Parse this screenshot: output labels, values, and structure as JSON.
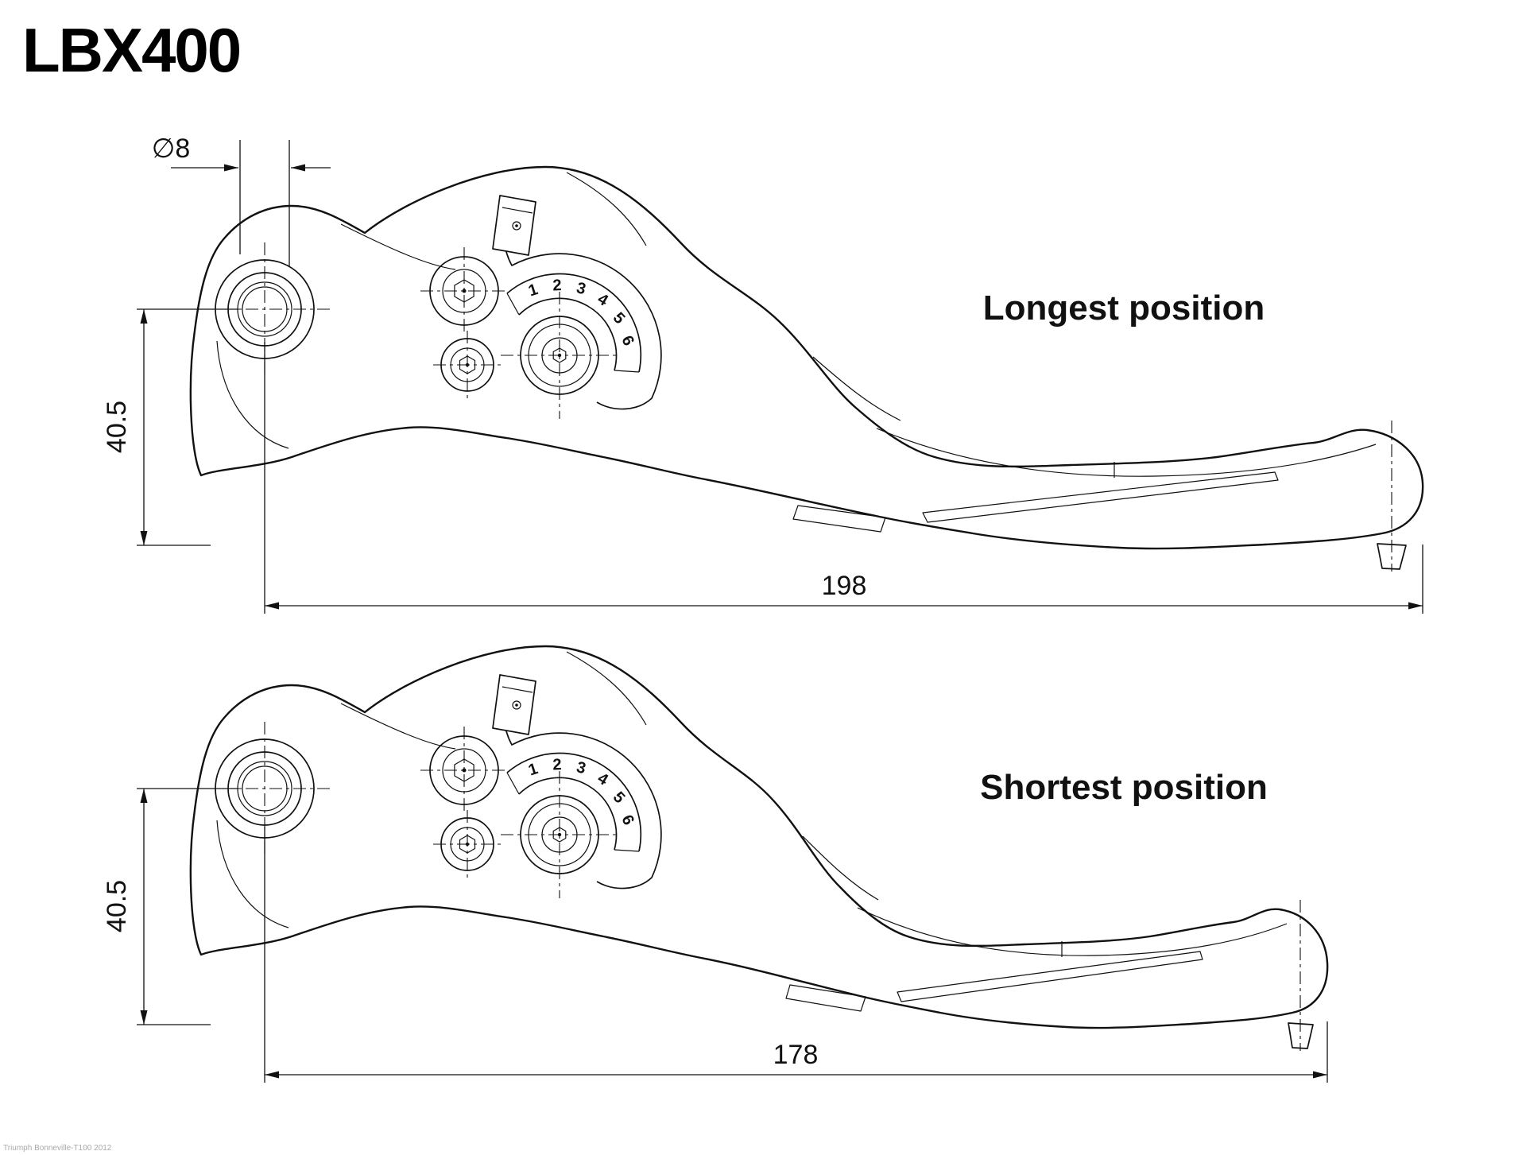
{
  "title": "LBX400",
  "watermark": "Triumph Bonneville-T100 2012",
  "scale_numbers": [
    "1",
    "2",
    "3",
    "4",
    "5",
    "6"
  ],
  "views": [
    {
      "label": "Longest position",
      "length_mm": "198",
      "height_mm": "40.5",
      "hole_diameter": "∅8"
    },
    {
      "label": "Shortest position",
      "length_mm": "178",
      "height_mm": "40.5"
    }
  ],
  "colors": {
    "line": "#111111",
    "background": "#ffffff"
  }
}
